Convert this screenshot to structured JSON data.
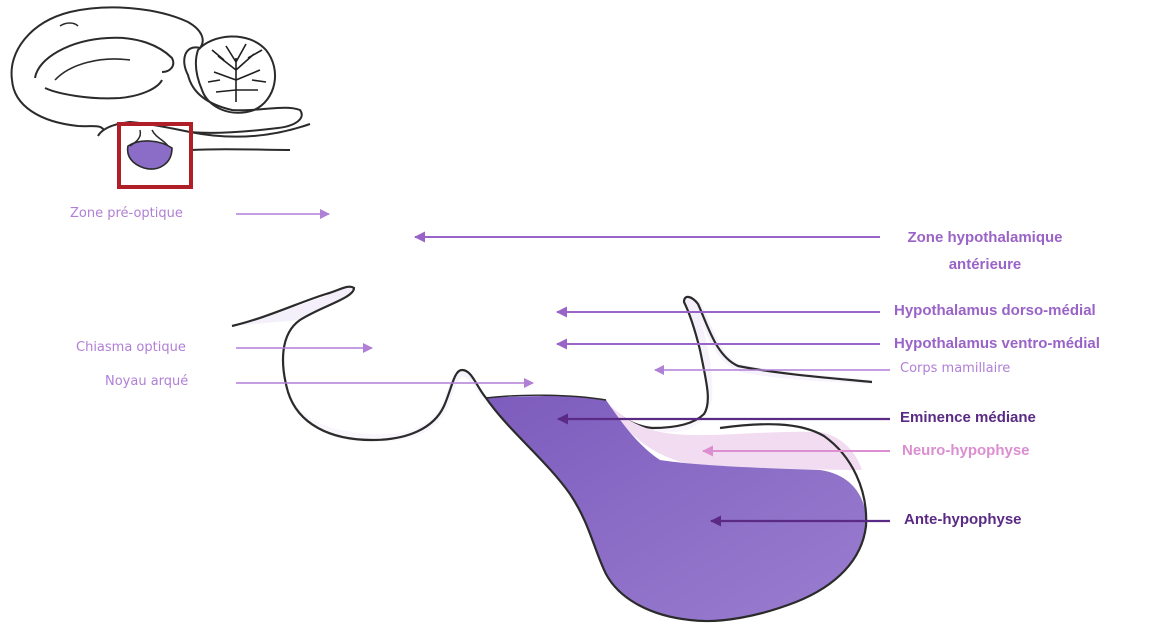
{
  "colors": {
    "light_purple": "#b07fd6",
    "medium_purple": "#9a63c7",
    "dark_purple": "#5a2a85",
    "pink": "#dc8ed0",
    "outline": "#2b2b2b",
    "locator_box": "#b01e28",
    "anterior_lobe_fill": "#8b6cc6",
    "posterior_lobe_fill": "#f1dcf1",
    "hypothalamus_fill": "#f5f1fa"
  },
  "labels": {
    "preoptic": "Zone pré-optique",
    "anterior_line1": "Zone hypothalamique",
    "anterior_line2": "antérieure",
    "dorsomedial": "Hypothalamus dorso-médial",
    "ventromedial": "Hypothalamus ventro-médial",
    "mammillary": "Corps mamillaire",
    "chiasm": "Chiasma optique",
    "arcuate": "Noyau arqué",
    "median_eminence": "Eminence médiane",
    "neurohypophysis": "Neuro-hypophyse",
    "adenohypophysis": "Ante-hypophyse"
  },
  "icons": {
    "brain_locator": "brain-sagittal-icon",
    "arrow": "arrow-icon"
  }
}
